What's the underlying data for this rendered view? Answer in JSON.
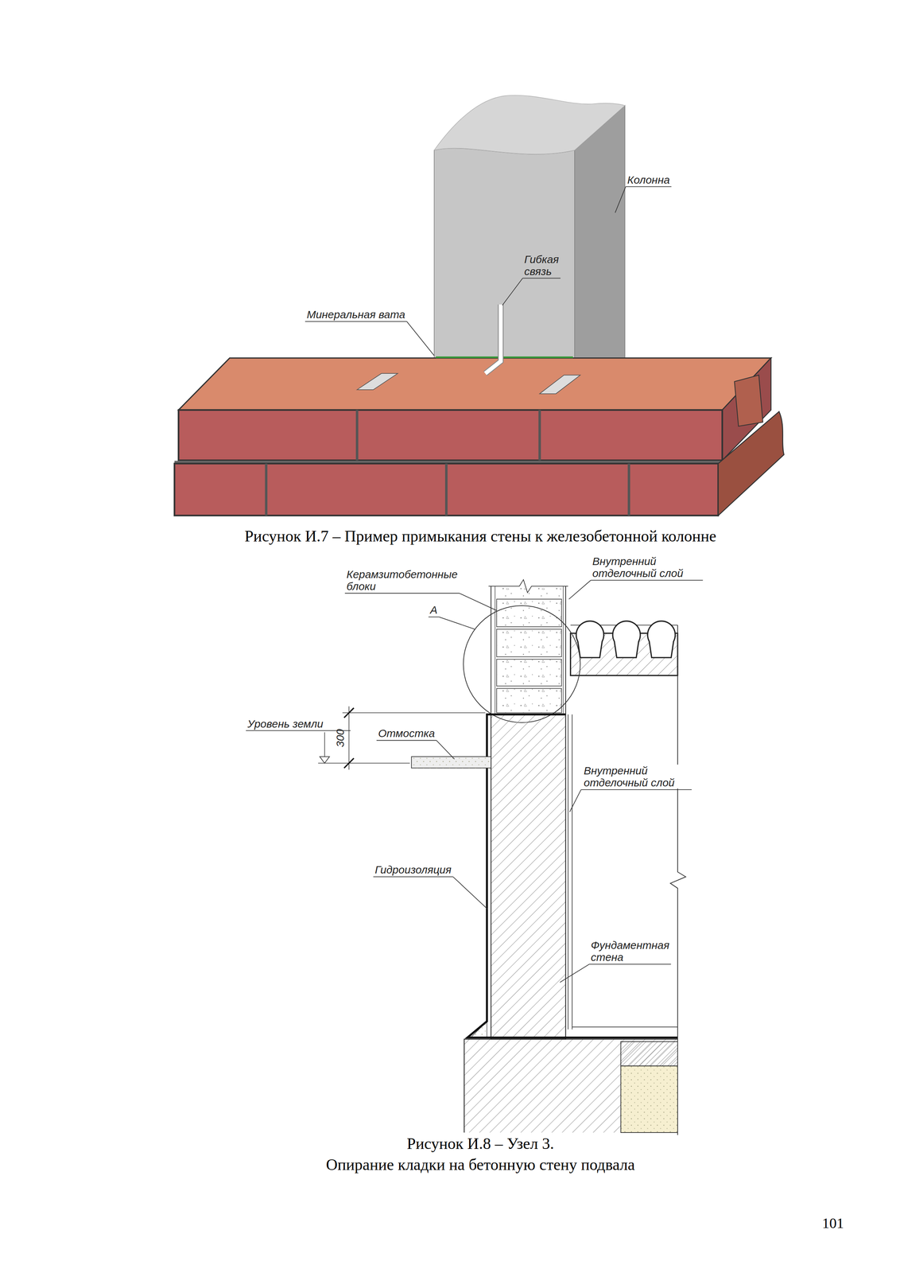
{
  "diagram": {
    "labels": [
      "Колонна",
      "Гибкая связь",
      "Минеральная вата",
      "Рисунок И.7 – Пример примыкания стены к железобетонной колонне",
      "Керамзитобетонные блоки",
      "А",
      "Внутренний отделочный слой",
      "Уровень земли",
      "300",
      "Отмостка",
      "Внутренний отделочный слой",
      "Гидроизоляция",
      "Фундаментная стена",
      "Рисунок И.8 – Узел 3.",
      "Опирание кладки на бетонную стену подвала",
      "101"
    ]
  }
}
